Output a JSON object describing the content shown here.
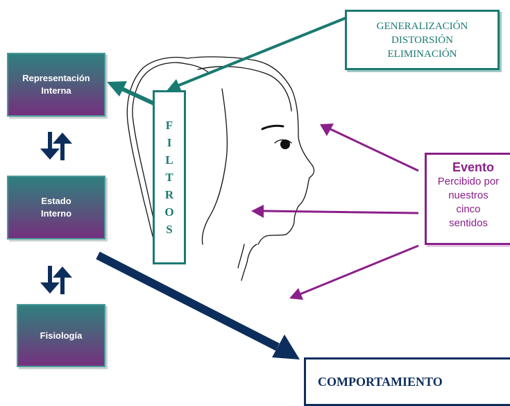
{
  "boxes": {
    "representacion": "Representación\nInterna",
    "estado": "Estado\nInterno",
    "fisiologia": "Fisiología"
  },
  "filtros": [
    "F",
    "I",
    "L",
    "T",
    "R",
    "O",
    "S"
  ],
  "generalizacion": {
    "line1": "GENERALIZACIÓN",
    "line2": "DISTORSIÓN",
    "line3": "ELIMINACIÓN"
  },
  "evento": {
    "title": "Evento",
    "description": "Percibido por\nnuestros\ncinco\nsentidos"
  },
  "comportamiento": "COMPORTAMIENTO",
  "colors": {
    "teal": "#1a7a72",
    "purple": "#8a1f8a",
    "navy": "#0d2e5c"
  }
}
